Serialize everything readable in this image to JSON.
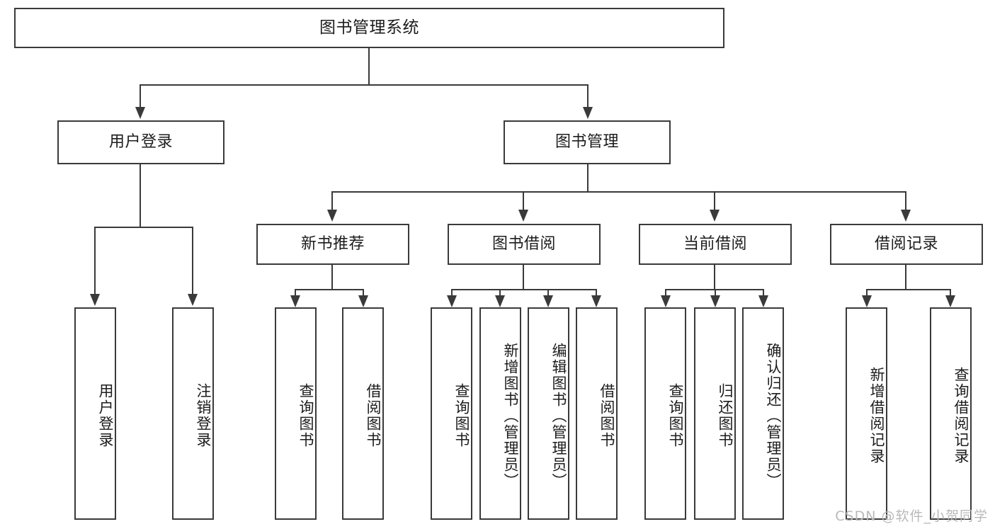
{
  "diagram": {
    "title": "图书管理系统",
    "type": "tree-hierarchy-chart",
    "root": {
      "id": "root",
      "label": "图书管理系统"
    },
    "level2": [
      {
        "id": "user-login",
        "label": "用户登录"
      },
      {
        "id": "book-manage",
        "label": "图书管理"
      }
    ],
    "level3": [
      {
        "id": "new-book-recommend",
        "label": "新书推荐"
      },
      {
        "id": "book-borrow",
        "label": "图书借阅"
      },
      {
        "id": "current-borrow",
        "label": "当前借阅"
      },
      {
        "id": "borrow-record",
        "label": "借阅记录"
      }
    ],
    "leaves": {
      "user_login": [
        {
          "id": "leaf-user-login",
          "label": "用户登录"
        },
        {
          "id": "leaf-logout",
          "label": "注销登录"
        }
      ],
      "new_book_recommend": [
        {
          "id": "leaf-query-book-1",
          "label": "查询图书"
        },
        {
          "id": "leaf-borrow-book-1",
          "label": "借阅图书"
        }
      ],
      "book_borrow": [
        {
          "id": "leaf-query-book-2",
          "label": "查询图书"
        },
        {
          "id": "leaf-add-book",
          "label": "新增图书（管理员）"
        },
        {
          "id": "leaf-edit-book",
          "label": "编辑图书（管理员）"
        },
        {
          "id": "leaf-borrow-book-2",
          "label": "借阅图书"
        }
      ],
      "current_borrow": [
        {
          "id": "leaf-query-book-3",
          "label": "查询图书"
        },
        {
          "id": "leaf-return-book",
          "label": "归还图书"
        },
        {
          "id": "leaf-confirm-return",
          "label": "确认归还（管理员）"
        }
      ],
      "borrow_record": [
        {
          "id": "leaf-add-record",
          "label": "新增借阅记录"
        },
        {
          "id": "leaf-query-record",
          "label": "查询借阅记录"
        }
      ]
    }
  },
  "watermark": {
    "text": "CSDN @软件_小贺同学"
  },
  "colors": {
    "border": "#3a3a3a",
    "background": "#ffffff",
    "text": "#1c1c1c",
    "watermark": "#b9b9b9"
  }
}
